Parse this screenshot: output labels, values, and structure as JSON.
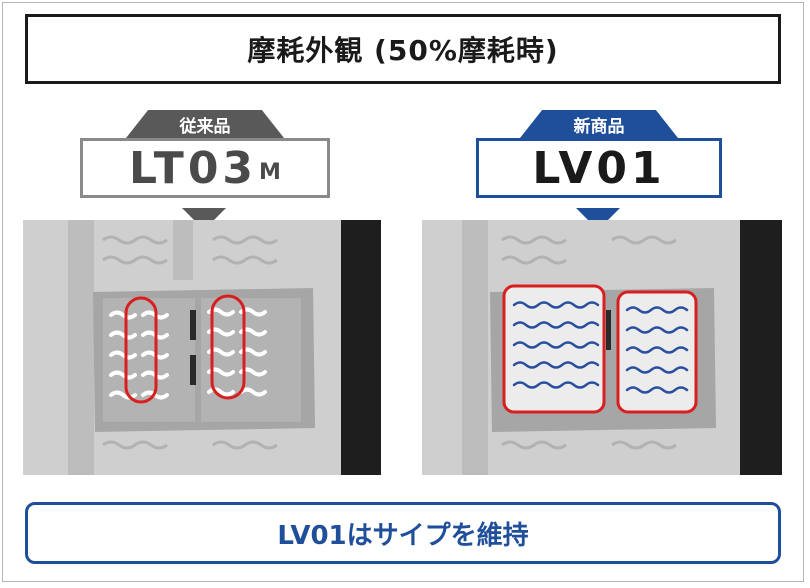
{
  "title": "摩耗外観 (50%摩耗時)",
  "old_product": {
    "tag": "従来品",
    "name_main": "LT03",
    "name_sub": "M"
  },
  "new_product": {
    "tag": "新商品",
    "name": "LV01"
  },
  "summary": "LV01はサイプを維持",
  "colors": {
    "frame_dark": "#1a1a1a",
    "old_gray": "#595959",
    "brand_blue": "#1f4e9a",
    "highlight_red": "#d81e1e"
  }
}
